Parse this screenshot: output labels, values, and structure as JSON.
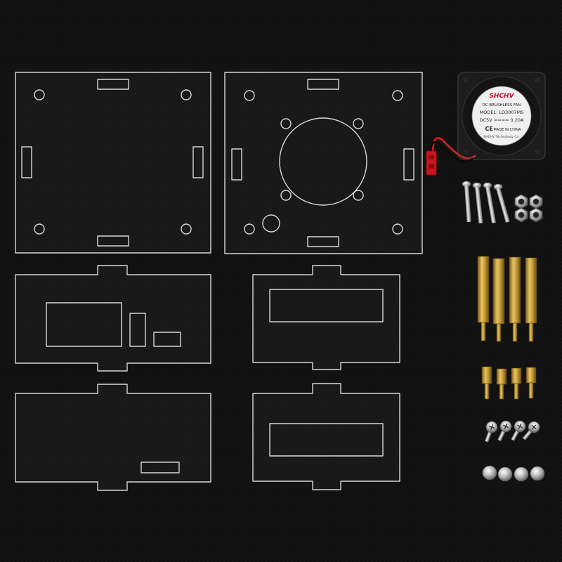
{
  "fan": {
    "brand": "SHCHV",
    "type_line": "DC BRUSHLESS FAN",
    "model": "MODEL: LD3007MS",
    "rating": "DC5V ==== 0.20A",
    "ce_mark": "CE",
    "origin": "MADE IN CHINA",
    "maker": "SHCHV Technology Co."
  },
  "colors": {
    "background": "#101010",
    "acrylic_edge": "#d8d8d8",
    "brass": "#c9a23c",
    "steel": "#c8c8c8",
    "fan_body": "#1c1c1c",
    "label": "#f0f0f0",
    "wire_red": "#d21a1a",
    "wire_black": "#111111"
  }
}
